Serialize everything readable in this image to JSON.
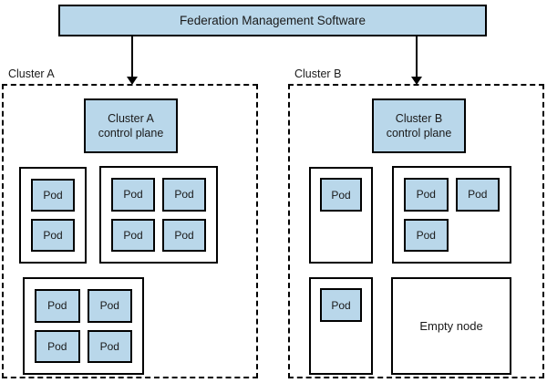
{
  "title": "Federation Management Software",
  "labels": {
    "pod": "Pod",
    "empty_node": "Empty node"
  },
  "colors": {
    "box_fill": "#b9d7ea",
    "border": "#000000",
    "background": "#ffffff"
  },
  "clusters": [
    {
      "name": "Cluster A",
      "control_plane_line1": "Cluster A",
      "control_plane_line2": "control plane",
      "nodes": [
        {
          "pods": 2,
          "layout": "column"
        },
        {
          "pods": 4,
          "layout": "grid-2x2"
        },
        {
          "pods": 4,
          "layout": "grid-2x2"
        }
      ]
    },
    {
      "name": "Cluster B",
      "control_plane_line1": "Cluster B",
      "control_plane_line2": "control plane",
      "nodes": [
        {
          "pods": 1,
          "layout": "single-top"
        },
        {
          "pods": 3,
          "layout": "grid-2x2-three"
        },
        {
          "pods": 1,
          "layout": "single-top"
        },
        {
          "pods": 0,
          "layout": "empty",
          "label": "Empty node"
        }
      ]
    }
  ]
}
